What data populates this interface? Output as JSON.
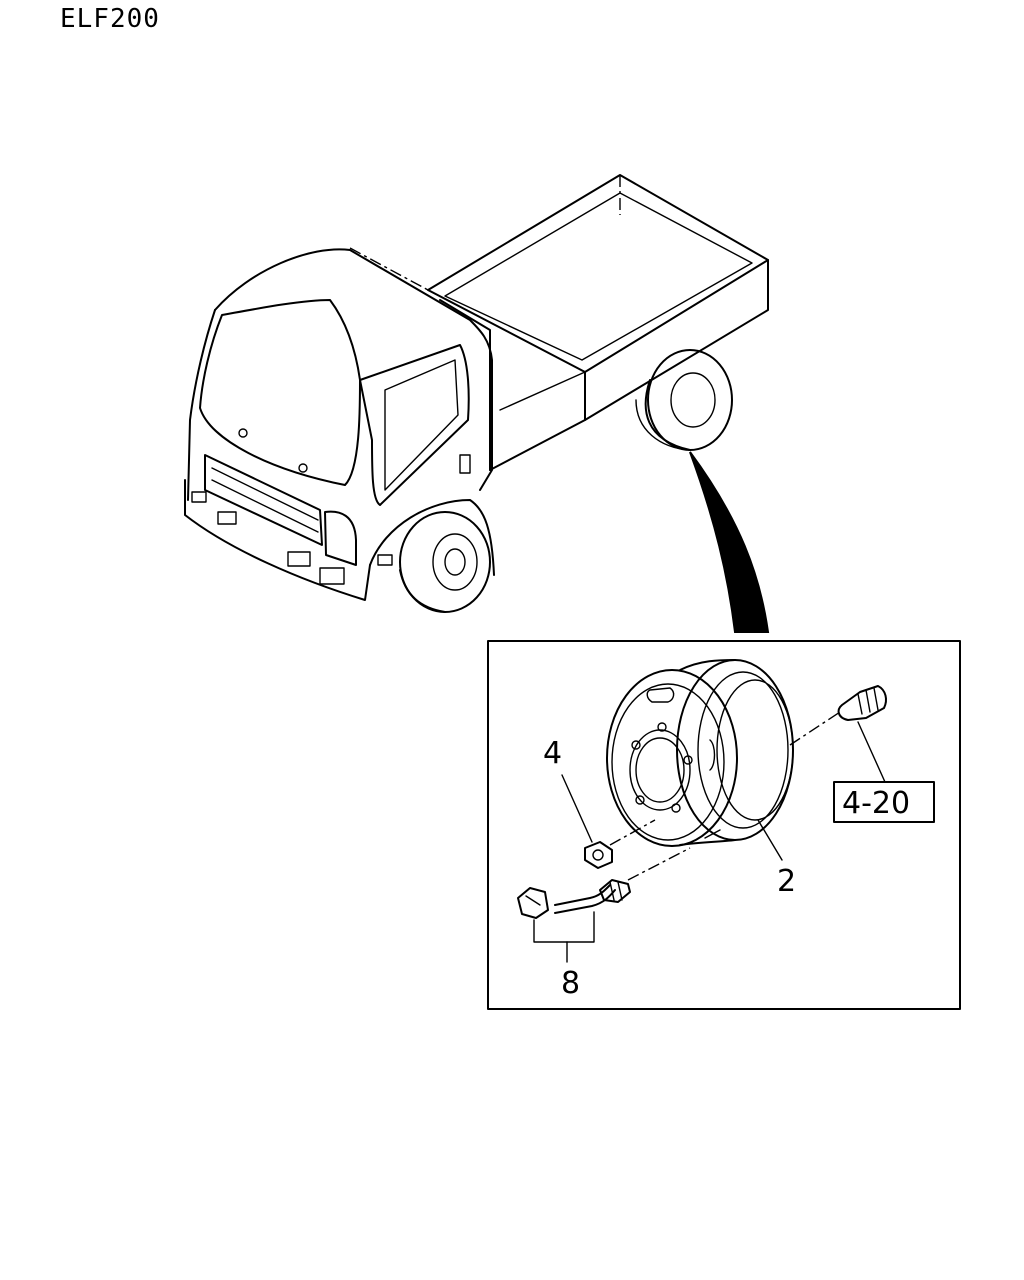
{
  "header": {
    "title": "ELF200"
  },
  "callouts": {
    "nut": "4",
    "valve": "8",
    "wheel": "2",
    "reference": "4-20"
  }
}
